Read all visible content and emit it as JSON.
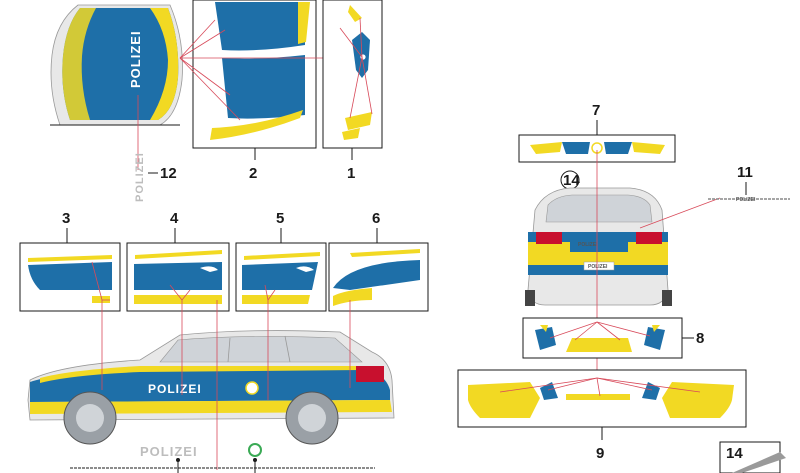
{
  "diagram": {
    "colors": {
      "blue": "#1e6fa8",
      "yellow": "#f2d923",
      "leader": "#d84a5a",
      "car_body": "#e8e8e8",
      "grey_text": "#bdbdbd"
    },
    "labels": {
      "n1": "1",
      "n2": "2",
      "n3": "3",
      "n4": "4",
      "n5": "5",
      "n6": "6",
      "n7": "7",
      "n8": "8",
      "n9": "9",
      "n11": "11",
      "n12": "12",
      "n14_circle": "14",
      "n14_box": "14"
    },
    "texts": {
      "hood_polizei": "POLIZEI",
      "side_polizei": "POLIZEI",
      "vertical_polizei": "POLIZEI",
      "bottom_polizei": "POLIZEI",
      "rear_strip": "POLIZEI",
      "rear_plate": "POLIZEI"
    }
  }
}
